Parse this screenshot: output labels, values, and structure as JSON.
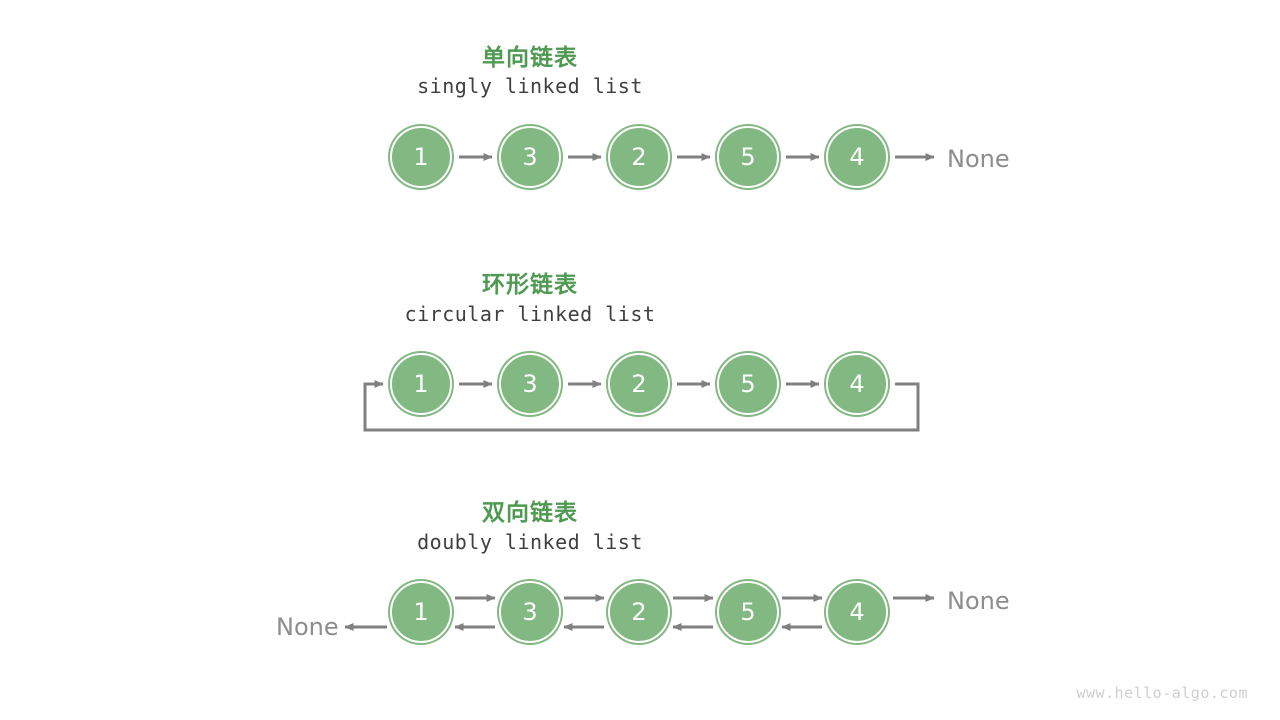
{
  "colors": {
    "node_fill": "#82b881",
    "node_ring": "#82b881",
    "title_green": "#4e9a51",
    "subtitle_gray": "#3f3f3f",
    "arrow_gray": "#808080",
    "none_gray": "#8d8d8d",
    "watermark_gray": "#cfcfcf",
    "background": "#ffffff"
  },
  "sections": [
    {
      "title": "单向链表",
      "subtitle": "singly linked list",
      "nodes": [
        "1",
        "3",
        "2",
        "5",
        "4"
      ],
      "tail_label": "None"
    },
    {
      "title": "环形链表",
      "subtitle": "circular linked list",
      "nodes": [
        "1",
        "3",
        "2",
        "5",
        "4"
      ]
    },
    {
      "title": "双向链表",
      "subtitle": "doubly linked list",
      "nodes": [
        "1",
        "3",
        "2",
        "5",
        "4"
      ],
      "head_label": "None",
      "tail_label": "None"
    }
  ],
  "watermark": "www.hello-algo.com"
}
